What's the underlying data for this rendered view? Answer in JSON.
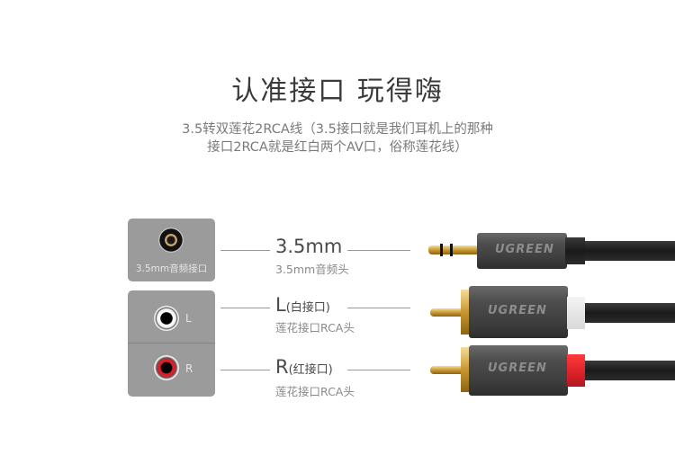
{
  "header": {
    "title": "认准接口 玩得嗨",
    "description_line1": "3.5转双莲花2RCA线（3.5接口就是我们耳机上的那种",
    "description_line2": "接口2RCA就是红白两个AV口，俗称莲花线）"
  },
  "ports": {
    "aux": {
      "label": "3.5mm音频接口"
    },
    "left": {
      "letter": "L"
    },
    "right": {
      "letter": "R"
    }
  },
  "connectors": [
    {
      "main": "3.5mm",
      "main_suffix": "",
      "sub": "3.5mm音频头"
    },
    {
      "main": "L",
      "main_suffix": "(白接口)",
      "sub": "莲花接口RCA头"
    },
    {
      "main": "R",
      "main_suffix": "(红接口)",
      "sub": "莲花接口RCA头"
    }
  ],
  "cable": {
    "brand": "UGREEN",
    "colors": {
      "white_collar": "#e8e8e8",
      "red_collar": "#d9202a",
      "body": "#454545",
      "gold": "#c9972f"
    }
  }
}
